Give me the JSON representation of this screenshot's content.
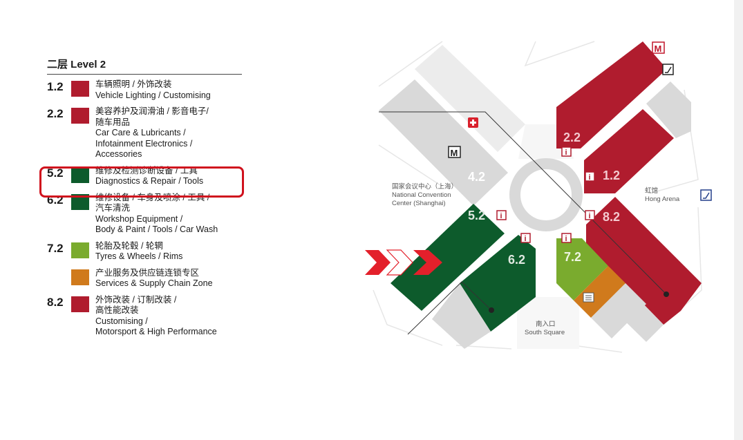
{
  "legend": {
    "title": "二层 Level 2",
    "rows": [
      {
        "num": "1.2",
        "color": "#b01c2e",
        "lines": [
          "车辆照明 / 外饰改装",
          "Vehicle Lighting / Customising"
        ]
      },
      {
        "num": "2.2",
        "color": "#b01c2e",
        "lines": [
          "美容养护及润滑油 / 影音电子/",
          "随车用品",
          "Car Care & Lubricants /",
          "Infotainment Electronics /",
          "Accessories"
        ]
      },
      {
        "num": "5.2",
        "color": "#0d5b2c",
        "lines": [
          "维修及检测诊断设备 / 工具",
          "Diagnostics & Repair / Tools"
        ]
      },
      {
        "num": "6.2",
        "color": "#0d5b2c",
        "lines": [
          "维修设备 / 车身及喷涂 / 工具 /",
          "汽车清洗",
          "Workshop Equipment /",
          "Body & Paint / Tools / Car Wash"
        ]
      },
      {
        "num": "7.2",
        "color": "#7aab2e",
        "lines": [
          "轮胎及轮毂 / 轮辋",
          "Tyres & Wheels / Rims"
        ]
      },
      {
        "num": "",
        "color": "#d07a1c",
        "lines": [
          "产业服务及供应链连锁专区",
          "Services & Supply Chain Zone"
        ]
      },
      {
        "num": "8.2",
        "color": "#b01c2e",
        "lines": [
          "外饰改装 / 订制改装 /",
          "高性能改装",
          "Customising /",
          "Motorsport & High Performance"
        ]
      }
    ]
  },
  "map": {
    "halls": {
      "h22": "2.2",
      "h12": "1.2",
      "h82": "8.2",
      "h42": "4.2",
      "h52": "5.2",
      "h62": "6.2",
      "h72": "7.2"
    },
    "labels": {
      "ncc_cn": "国家会议中心（上海）",
      "ncc_en1": "National Convention",
      "ncc_en2": "Center (Shanghai)",
      "hong_cn": "虹馆",
      "hong_en": "Hong Arena",
      "south_cn": "南入口",
      "south_en": "South Square"
    },
    "icons": {
      "metro": "M",
      "info": "i"
    },
    "colors": {
      "red": "#b01c2e",
      "green": "#0d5b2c",
      "lime": "#7aab2e",
      "orange": "#d07a1c",
      "gray": "#d9d9d9",
      "arrow": "#e3202b"
    }
  }
}
